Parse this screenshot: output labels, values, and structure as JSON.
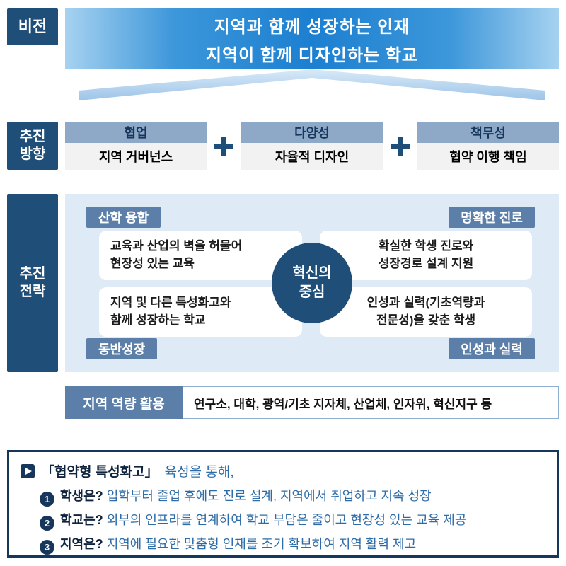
{
  "vision": {
    "label": "비전",
    "banner_line1": "지역과 함께 성장하는 인재",
    "banner_line2": "지역이 함께 디자인하는 학교"
  },
  "direction": {
    "label": "추진\n방향",
    "items": [
      {
        "header": "협업",
        "body": "지역 거버넌스"
      },
      {
        "header": "다양성",
        "body": "자율적 디자인"
      },
      {
        "header": "책무성",
        "body": "협약 이행 책임"
      }
    ]
  },
  "strategy": {
    "label": "추진\n전략",
    "badge_top_left": "산학 융합",
    "badge_top_right": "명확한 진로",
    "badge_bottom_left": "동반성장",
    "badge_bottom_right": "인성과 실력",
    "card_top_left": "교육과 산업의 벽을 허물어\n현장성 있는 교육",
    "card_top_right": "확실한 학생 진로와\n성장경로 설계 지원",
    "card_bottom_left": "지역 및 다른 특성화고와\n함께 성장하는 학교",
    "card_bottom_right": "인성과 실력(기초역량과\n전문성)을 갖춘 학생",
    "center": "혁신의\n중심"
  },
  "region": {
    "label": "지역 역량 활용",
    "body": "연구소, 대학, 광역/기초 지자체, 산업체, 인자위, 혁신지구 등"
  },
  "footer": {
    "intro_bold": "「협약형 특성화고」",
    "intro_rest": " 육성을 통해,",
    "items": [
      {
        "num": "1",
        "lead": "학생은?",
        "rest": " 입학부터 졸업 후에도 진로 설계, 지역에서 취업하고 지속 성장"
      },
      {
        "num": "2",
        "lead": "학교는?",
        "rest": " 외부의 인프라를 연계하여 학교 부담은 줄이고 현장성 있는 교육 제공"
      },
      {
        "num": "3",
        "lead": "지역은?",
        "rest": " 지역에 필요한 맞춤형 인재를 조기 확보하여 지역 활력 제고"
      }
    ]
  },
  "icons": {
    "plus": "plus-cross",
    "footer_arrow": "arrow-right",
    "banner_chevron": "up-chevron"
  },
  "colors": {
    "navy": "#1F4E79",
    "steel_blue": "#5B7FA8",
    "header_blue": "#8EA9C8",
    "light_panel": "#DEEAF6",
    "banner_blue": "#1C7FD0",
    "footer_border": "#16365C",
    "footer_text_blue": "#2E6CA8"
  }
}
